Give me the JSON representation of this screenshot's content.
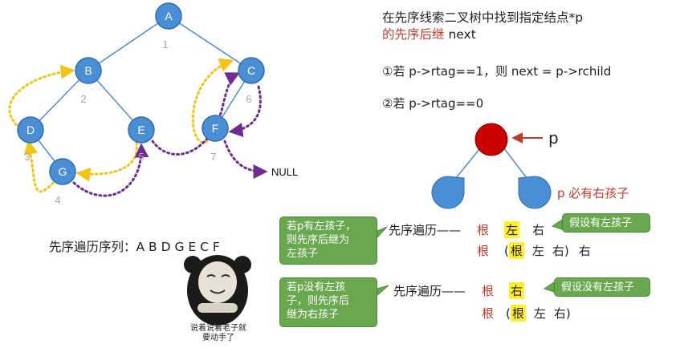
{
  "title_line1": "在先序线索二叉树中找到指定结点*p",
  "title_line2_red": "的先序后继",
  "title_line2_rest": " next",
  "rule1": "①若 p->rtag==1，则 next = p->rchild",
  "rule2": "②若 p->rtag==0",
  "p_label": "p",
  "p_right_child_note": "p 必有右孩子",
  "tree": {
    "nodes": [
      {
        "id": "A",
        "order": "1"
      },
      {
        "id": "B",
        "order": "2"
      },
      {
        "id": "C",
        "order": "6"
      },
      {
        "id": "D",
        "order": "3"
      },
      {
        "id": "E",
        "order": "5"
      },
      {
        "id": "F",
        "order": "7"
      },
      {
        "id": "G",
        "order": "4"
      }
    ],
    "null_label": "NULL"
  },
  "preorder_label": "先序遍历序列：A B D G E C F",
  "case_left": {
    "callout": [
      "若p有左孩子，",
      "则先序后继为",
      "左孩子"
    ],
    "traversal_label": "先序遍历——",
    "row1": [
      "根",
      "左",
      "右"
    ],
    "row2": [
      "根",
      "(",
      "根",
      "左",
      "右",
      ")",
      "右"
    ],
    "assume": "假设有左孩子"
  },
  "case_no_left": {
    "callout": [
      "若p没有左孩",
      "子，则先序后",
      "继为右孩子"
    ],
    "traversal_label": "先序遍历——",
    "row1": [
      "根",
      "右"
    ],
    "row2": [
      "根",
      "(",
      "根",
      "左",
      "右",
      ")"
    ],
    "assume": "假设没有左孩子"
  },
  "meme_caption": [
    "说着说着老子就",
    "要动手了"
  ],
  "colors": {
    "node": "#4a8fd6",
    "node_stroke": "#2f6db0",
    "edge": "#4a8fd6",
    "thread_pred": "#f3c316",
    "thread_succ": "#6f2d91",
    "p_node": "#cc0000",
    "callout_bg": "#6aa84f",
    "highlight": "#ffef2b"
  }
}
